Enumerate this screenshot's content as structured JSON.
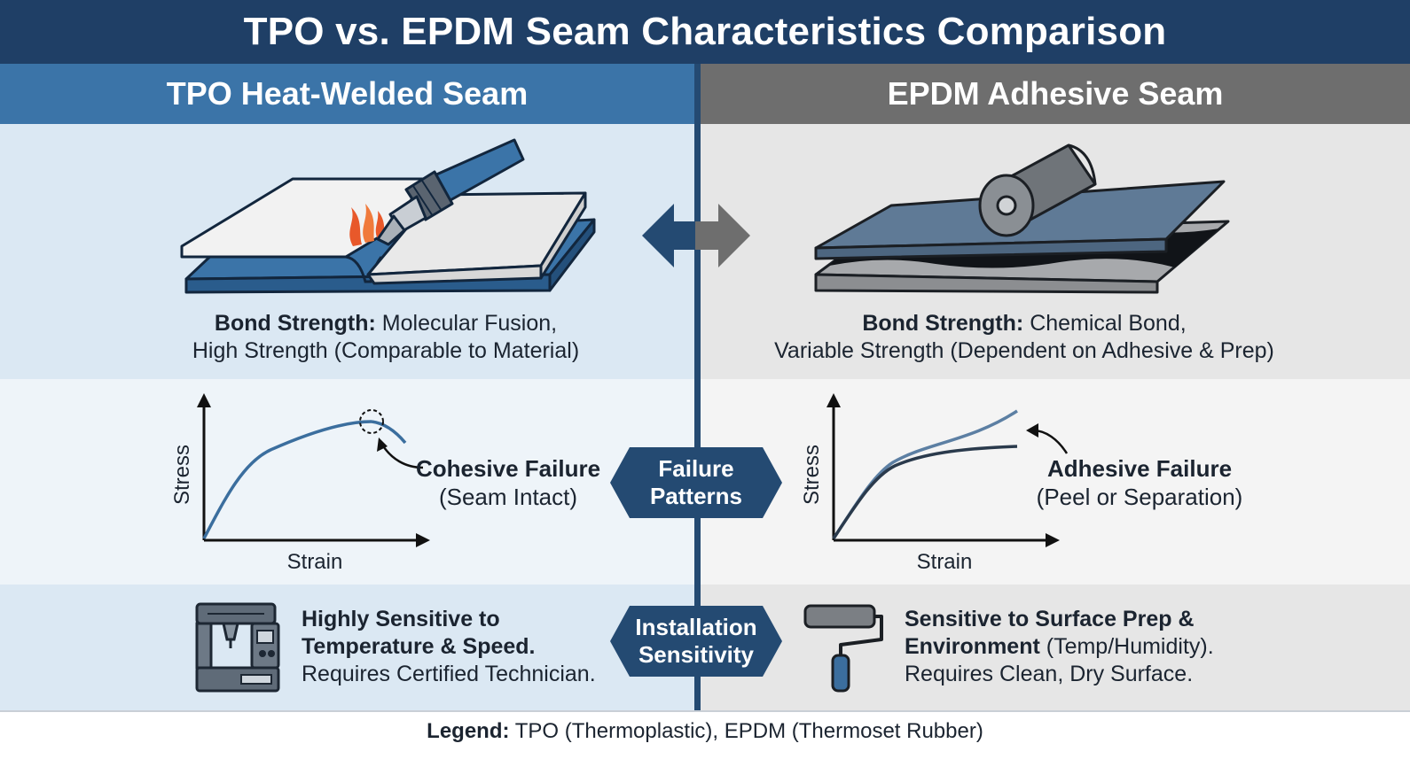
{
  "title": "TPO vs. EPDM Seam Characteristics Comparison",
  "left": {
    "heading": "TPO Heat-Welded Seam",
    "bond_label": "Bond Strength:",
    "bond_line1": "Molecular Fusion,",
    "bond_line2": "High Strength (Comparable to Material)",
    "failure_title": "Cohesive Failure",
    "failure_sub": "(Seam Intact)",
    "install_line1": "Highly Sensitive to",
    "install_line2": "Temperature & Speed.",
    "install_line3": "Requires Certified Technician."
  },
  "right": {
    "heading": "EPDM Adhesive Seam",
    "bond_label": "Bond Strength:",
    "bond_line1": "Chemical Bond,",
    "bond_line2": "Variable Strength (Dependent on Adhesive & Prep)",
    "failure_title": "Adhesive Failure",
    "failure_sub": "(Peel or Separation)",
    "install_line1": "Sensitive to Surface Prep &",
    "install_line2_bold": "Environment",
    "install_line2_rest": "(Temp/Humidity).",
    "install_line3": "Requires Clean, Dry Surface."
  },
  "center": {
    "failure_badge_line1": "Failure",
    "failure_badge_line2": "Patterns",
    "install_badge_line1": "Installation",
    "install_badge_line2": "Sensitivity"
  },
  "axes": {
    "y_label": "Stress",
    "x_label": "Strain"
  },
  "legend": {
    "label": "Legend:",
    "text": "TPO (Thermoplastic), EPDM (Thermoset Rubber)"
  },
  "colors": {
    "title_bg": "#1f3f66",
    "tpo_blue": "#3b74a8",
    "epdm_gray": "#6e6e6e",
    "flame": "#e8582a"
  },
  "icons": {
    "heat_welder": "heat-welder-icon",
    "flame": "flame-icon",
    "roller": "seam-roller-icon",
    "compare_arrows": "double-arrow-icon",
    "welding_machine": "welding-machine-icon",
    "paint_roller": "paint-roller-icon"
  }
}
